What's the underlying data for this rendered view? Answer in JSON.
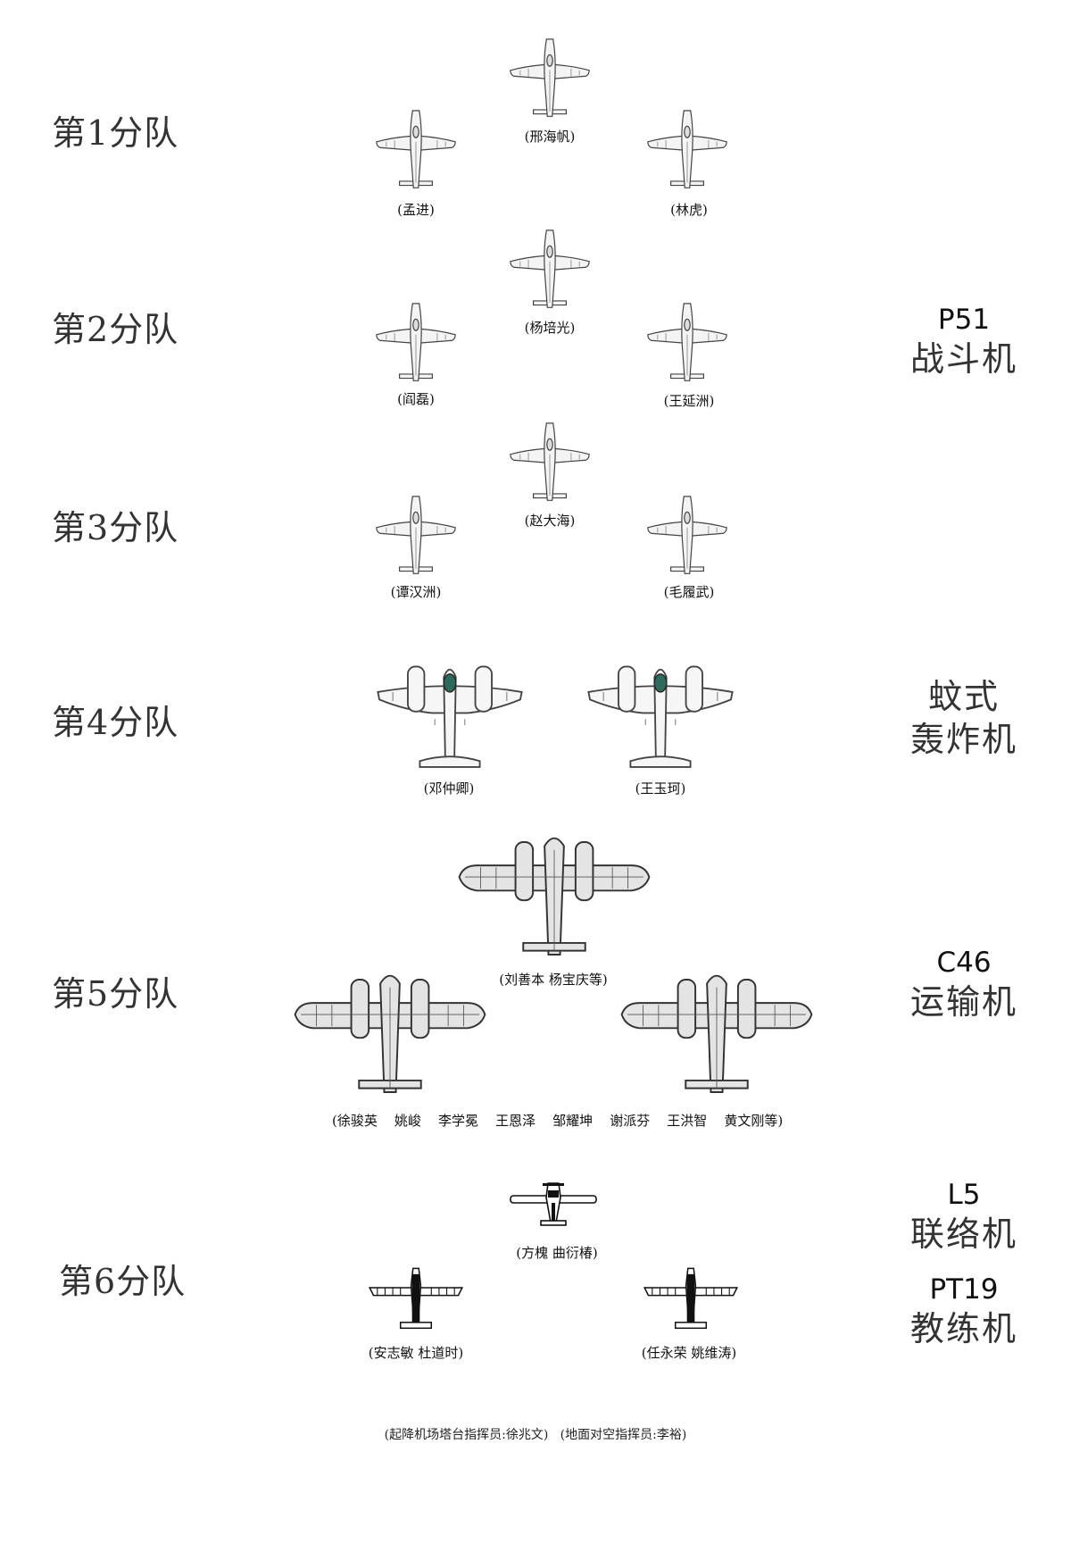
{
  "squadrons": [
    {
      "label": "第1分队",
      "pilots": [
        "(邢海帆)",
        "(孟进)",
        "(林虎)"
      ]
    },
    {
      "label": "第2分队",
      "pilots": [
        "(杨培光)",
        "(阎磊)",
        "(王延洲)"
      ]
    },
    {
      "label": "第3分队",
      "pilots": [
        "(赵大海)",
        "(谭汉洲)",
        "(毛履武)"
      ]
    },
    {
      "label": "第4分队",
      "pilots": [
        "(邓仲卿)",
        "(王玉珂)"
      ]
    },
    {
      "label": "第5分队",
      "pilots": [
        "(刘善本   杨宝庆等)",
        "(徐骏英    姚峻    李学冕    王恩泽    邹耀坤    谢派芬    王洪智    黄文刚等)"
      ]
    },
    {
      "label": "第6分队",
      "pilots": [
        "(方槐  曲衍椿)",
        "(安志敏  杜道时)",
        "(任永荣  姚维涛)"
      ]
    }
  ],
  "aircraft_types": {
    "p51": {
      "code": "P51",
      "name": "战斗机"
    },
    "mosquito": {
      "name_line1": "蚊式",
      "name_line2": "轰炸机"
    },
    "c46": {
      "code": "C46",
      "name": "运输机"
    },
    "l5": {
      "code": "L5",
      "name": "联络机"
    },
    "pt19": {
      "code": "PT19",
      "name": "教练机"
    }
  },
  "footer": "(起降机场塔台指挥员:徐兆文)   (地面对空指挥员:李裕)",
  "icons": {
    "fighter": "p51-fighter-icon",
    "bomber": "mosquito-bomber-icon",
    "transport": "c46-transport-icon",
    "liaison": "l5-liaison-icon",
    "trainer": "pt19-trainer-icon"
  }
}
